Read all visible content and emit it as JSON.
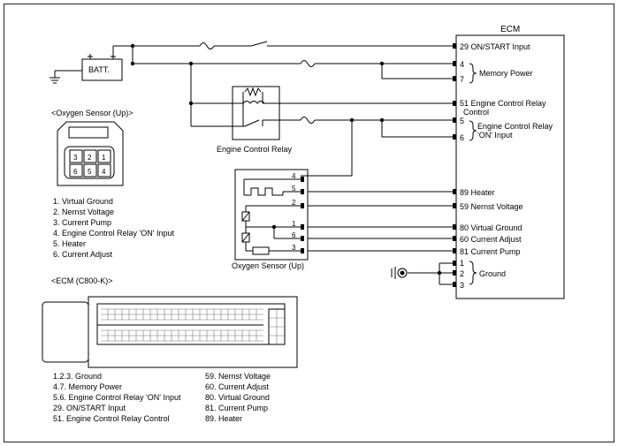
{
  "ecm": {
    "title": "ECM",
    "pins": [
      {
        "label": "29 ON/START Input"
      },
      {
        "label": "4"
      },
      {
        "label": "7"
      },
      {
        "label": "51 Engine Control Relay"
      },
      {
        "label": "Control"
      },
      {
        "label": "5"
      },
      {
        "label": "6"
      },
      {
        "label": "89 Heater"
      },
      {
        "label": "59 Nernst Voltage"
      },
      {
        "label": "80 Virtual Ground"
      },
      {
        "label": "60 Current Adjust"
      },
      {
        "label": "81 Current Pump"
      },
      {
        "label": "1"
      },
      {
        "label": "2"
      },
      {
        "label": "3"
      }
    ],
    "group_labels": {
      "memory_power": "Memory Power",
      "relay_on_1": "Engine Control Relay",
      "relay_on_2": "'ON' Input",
      "ground": "Ground"
    }
  },
  "components": {
    "battery": "BATT.",
    "relay": "Engine Control Relay",
    "oxygen_sensor": "Oxygen Sensor (Up)",
    "sensor_pins": [
      "4",
      "5",
      "2",
      "1",
      "6",
      "3"
    ]
  },
  "connector_views": {
    "sensor_title": "<Oxygen Sensor (Up)>",
    "sensor_pins": [
      "3",
      "2",
      "1",
      "6",
      "5",
      "4"
    ],
    "ecm_title": "<ECM (C800-K)>"
  },
  "legends": {
    "sensor": [
      "1. Virtual Ground",
      "2. Nernst Voltage",
      "3. Current Pump",
      "4. Engine Control Relay 'ON' Input",
      "5. Heater",
      "6. Current Adjust"
    ],
    "ecm_left": [
      "1.2.3. Ground",
      "4.7. Memory Power",
      "5.6. Engine Control Relay 'ON' Input",
      "29. ON/START Input",
      "51. Engine Control Relay Control"
    ],
    "ecm_right": [
      "59. Nernst Voltage",
      "60. Current Adjust",
      "80. Virtual Ground",
      "81. Current Pump",
      "89. Heater"
    ]
  }
}
